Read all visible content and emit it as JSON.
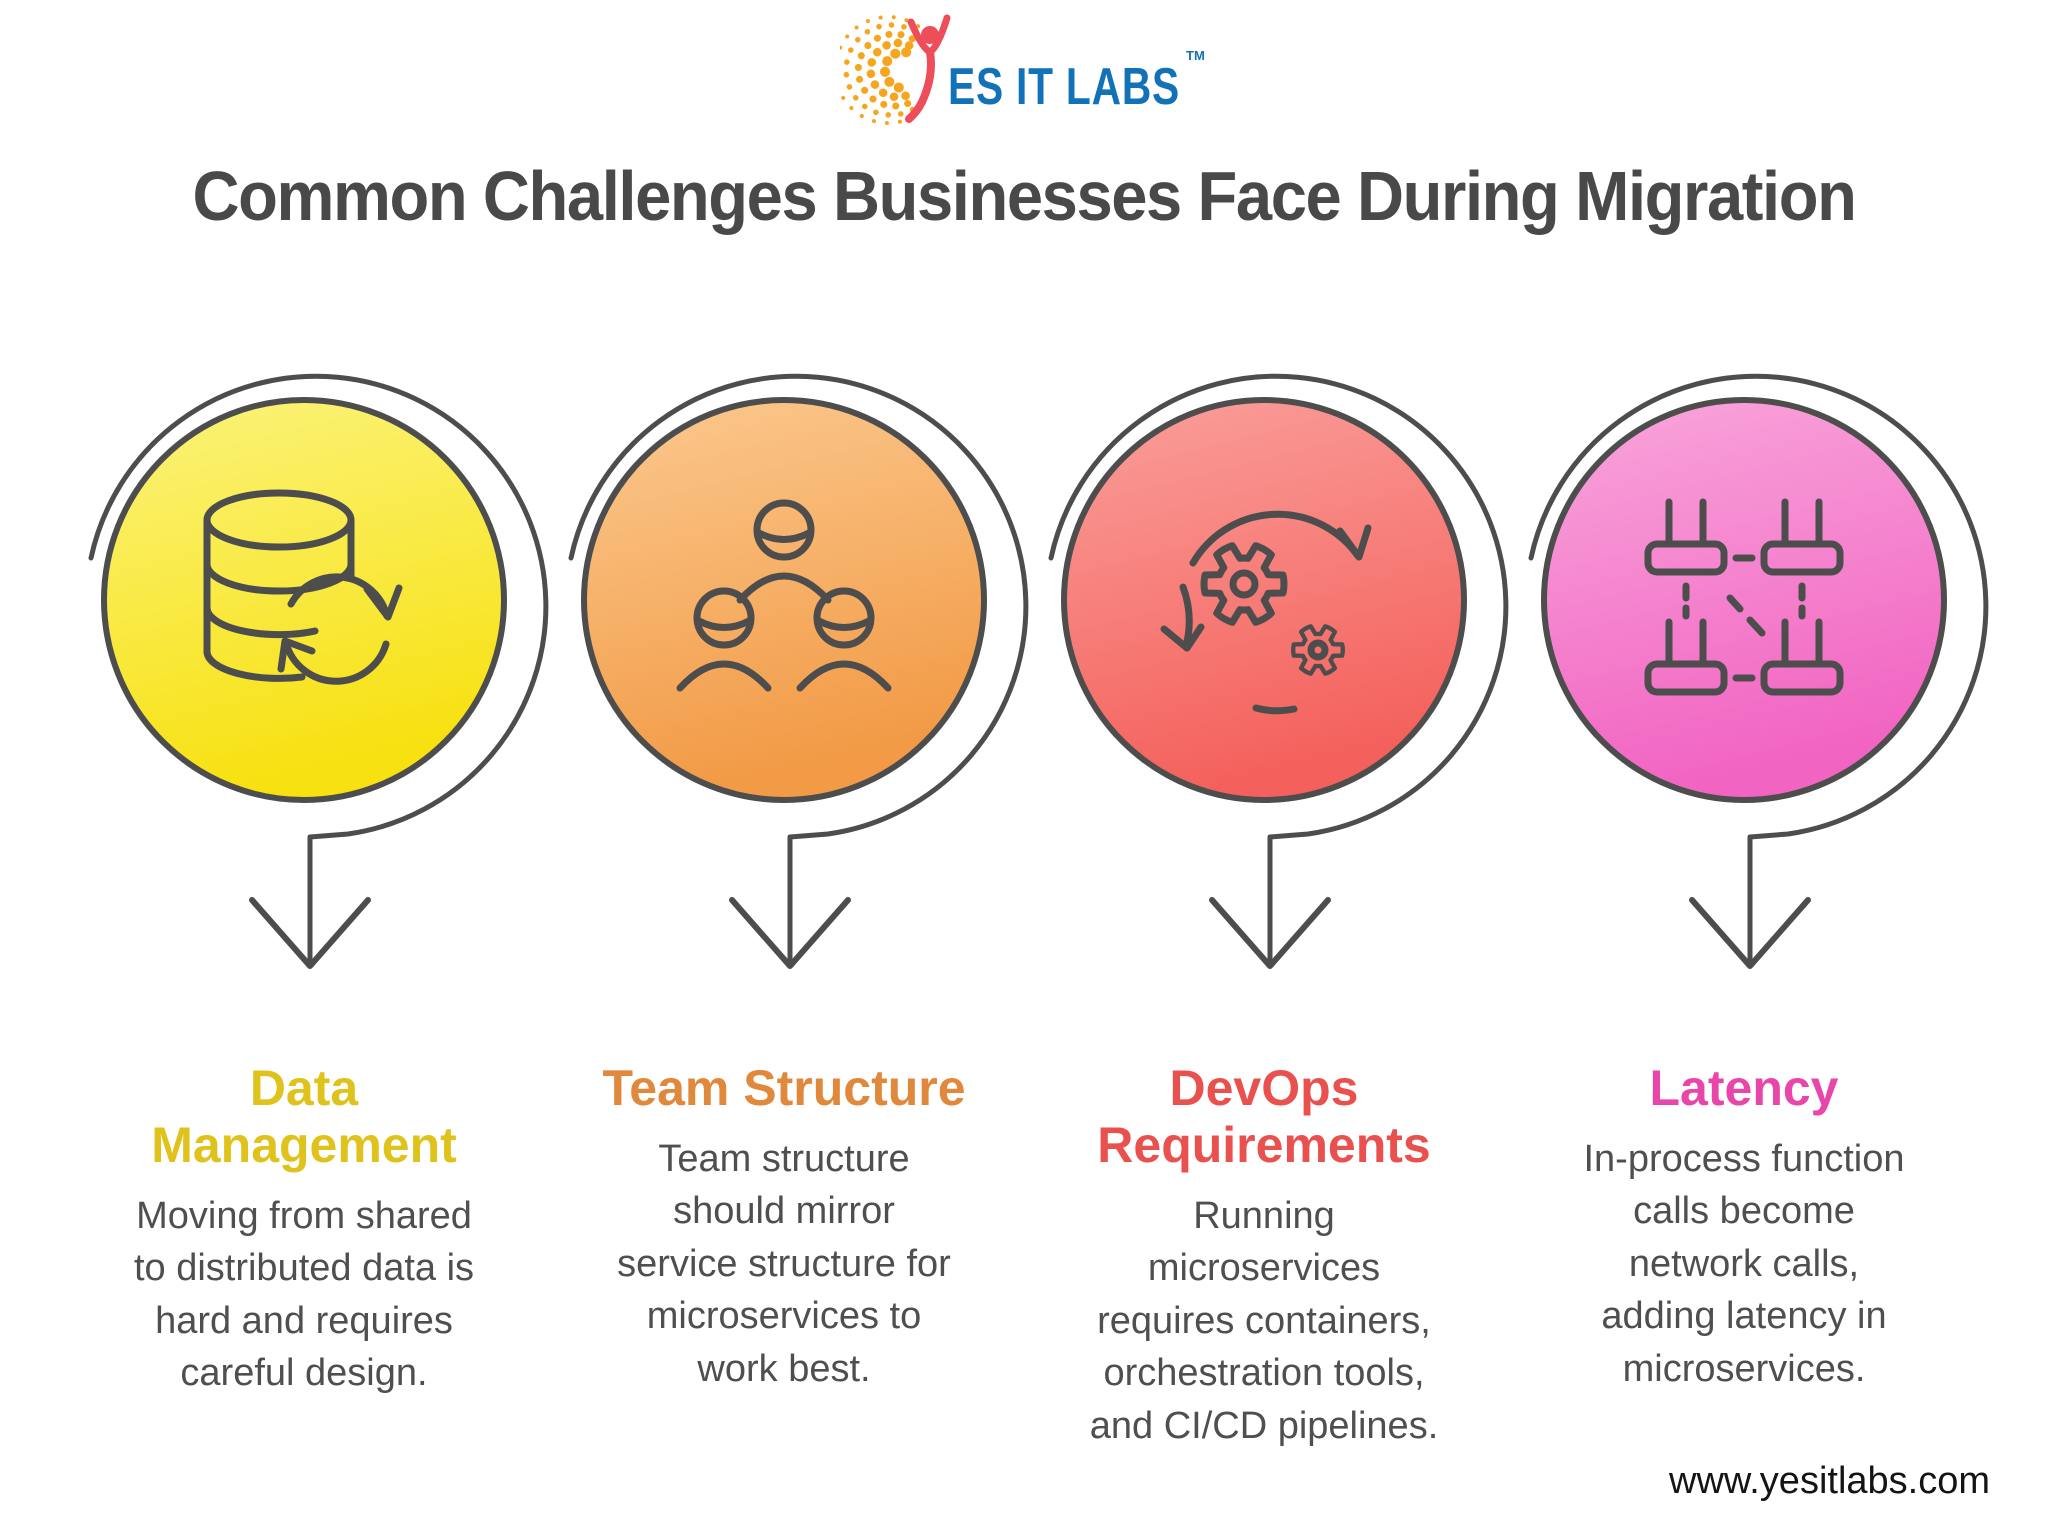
{
  "page": {
    "background": "#FFFFFF",
    "line_color": "#4D4D4D"
  },
  "logo": {
    "brand_text": "ES IT LABS",
    "trademark": "TM",
    "text_color": "#1272B7",
    "figure_color": "#EE4D5A",
    "dots_color": "#F6A51F",
    "icon": "yes-it-labs-logo"
  },
  "header": {
    "title": "Common Challenges Businesses Face During Migration",
    "title_color": "#494949"
  },
  "units": [
    {
      "id": "data-management",
      "icon": "database-sync-icon",
      "title": "Data\nManagement",
      "accent": "#DFC31C",
      "gradient_top": "#FBF37C",
      "gradient_bottom": "#F7E111",
      "description": "Moving from shared\nto distributed data is\nhard and requires\ncareful design."
    },
    {
      "id": "team-structure",
      "icon": "team-hierarchy-icon",
      "title": "Team Structure",
      "accent": "#E0883C",
      "gradient_top": "#FBC98F",
      "gradient_bottom": "#F29A45",
      "description": "Team structure\nshould mirror\nservice structure for\nmicroservices to\nwork best."
    },
    {
      "id": "devops-requirements",
      "icon": "devops-gears-icon",
      "title": "DevOps\nRequirements",
      "accent": "#E9514E",
      "gradient_top": "#FA9F9B",
      "gradient_bottom": "#F4615C",
      "description": "Running\nmicroservices\nrequires containers,\norchestration tools,\nand CI/CD pipelines."
    },
    {
      "id": "latency",
      "icon": "network-latency-icon",
      "title": "Latency",
      "accent": "#E846A8",
      "gradient_top": "#F9A6DB",
      "gradient_bottom": "#F164C2",
      "description": "In-process function\ncalls become\nnetwork calls,\nadding latency in\nmicroservices."
    }
  ],
  "footer": {
    "website": "www.yesitlabs.com"
  }
}
